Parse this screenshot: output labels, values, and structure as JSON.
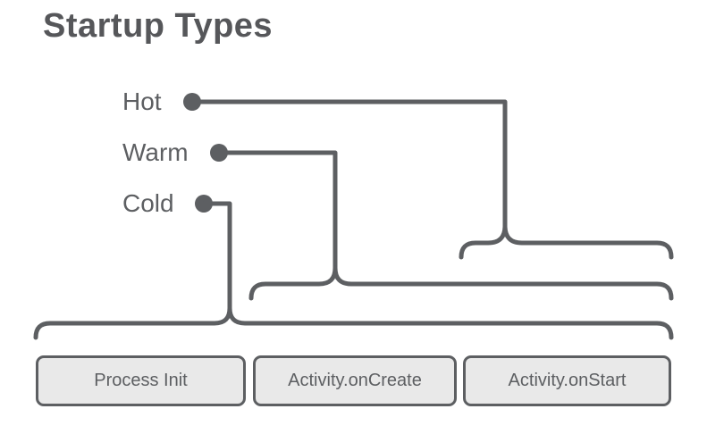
{
  "title": "Startup Types",
  "colors": {
    "line": "#5d5f62",
    "box_fill": "#e9e9e9",
    "text": "#5d5f62",
    "title": "#56575a"
  },
  "startup_types": [
    {
      "label": "Hot",
      "spans_phases": [
        "Activity.onStart"
      ]
    },
    {
      "label": "Warm",
      "spans_phases": [
        "Activity.onCreate",
        "Activity.onStart"
      ]
    },
    {
      "label": "Cold",
      "spans_phases": [
        "Process Init",
        "Activity.onCreate",
        "Activity.onStart"
      ]
    }
  ],
  "phases": [
    {
      "label": "Process Init"
    },
    {
      "label": "Activity.onCreate"
    },
    {
      "label": "Activity.onStart"
    }
  ]
}
